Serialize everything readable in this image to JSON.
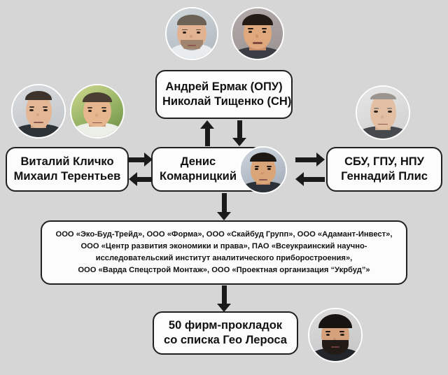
{
  "diagram": {
    "background_color": "#d6d6d6",
    "box_fill": "#fcfcfc",
    "box_border_color": "#231f20",
    "arrow_color": "#1a1a1a"
  },
  "nodes": {
    "top": {
      "name": "andrey-yermak-nikolay-tyshchenko",
      "lines": [
        "Андрей Ермак (ОПУ)",
        "Николай Тищенко (СН)"
      ]
    },
    "left": {
      "name": "vitaliy-klitschko-mikhail-terentyev",
      "lines": [
        "Виталий Кличко",
        "Михаил Терентьев"
      ]
    },
    "center": {
      "name": "denis-komarnitskiy",
      "lines": [
        "Денис",
        "Комарницкий"
      ]
    },
    "right": {
      "name": "sbu-gpu-npu-gennadiy-plys",
      "lines": [
        "СБУ, ГПУ, НПУ",
        "Геннадий Плис"
      ]
    },
    "companies": {
      "name": "shell-companies-list",
      "lines": [
        "ООО «Эко-Буд-Трейд», ООО «Форма», ООО «Скайбуд Групп», ООО «Адамант-Инвест»,",
        "ООО «Центр развития экономики и права», ПАО «Всеукраинский научно-",
        "исследовательский институт аналитического приборостроения»,",
        "ООО «Варда Спецстрой Монтаж», ООО «Проектная организация “Укрбуд”»"
      ]
    },
    "bottom": {
      "name": "fifty-shell-firms",
      "lines": [
        "50 фирм-прокладок",
        "со списка Гео Лероса"
      ]
    }
  },
  "avatars": [
    {
      "id": "av-yermak",
      "label": "Андрей Ермак"
    },
    {
      "id": "av-tyshchenko",
      "label": "Николай Тищенко"
    },
    {
      "id": "av-klitschko",
      "label": "Виталий Кличко"
    },
    {
      "id": "av-terentyev",
      "label": "Михаил Терентьев"
    },
    {
      "id": "av-plys",
      "label": "Геннадий Плис"
    },
    {
      "id": "av-komar",
      "label": "Денис Комарницкий"
    },
    {
      "id": "av-leros",
      "label": "Гео Лерос"
    }
  ],
  "arrows": [
    {
      "id": "ar-center-up",
      "from": "center",
      "to": "top",
      "direction": "up"
    },
    {
      "id": "ar-top-down",
      "from": "top",
      "to": "center",
      "direction": "down"
    },
    {
      "id": "ar-left-out",
      "from": "left",
      "to": "center",
      "direction": "right"
    },
    {
      "id": "ar-left-in",
      "from": "center",
      "to": "left",
      "direction": "left"
    },
    {
      "id": "ar-right-out",
      "from": "center",
      "to": "right",
      "direction": "right"
    },
    {
      "id": "ar-right-in",
      "from": "right",
      "to": "center",
      "direction": "left"
    },
    {
      "id": "ar-center-comp",
      "from": "center",
      "to": "companies",
      "direction": "down"
    },
    {
      "id": "ar-comp-bottom",
      "from": "companies",
      "to": "bottom",
      "direction": "down"
    }
  ]
}
